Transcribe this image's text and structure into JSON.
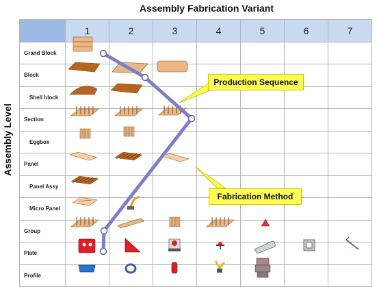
{
  "title": "Assembly Fabrication Variant",
  "y_axis_label": "Assembly Level",
  "columns": [
    "1",
    "2",
    "3",
    "4",
    "5",
    "6",
    "7"
  ],
  "rows": [
    {
      "label": "Grand Block",
      "indent": false
    },
    {
      "label": "Block",
      "indent": false
    },
    {
      "label": "Shell block",
      "indent": true
    },
    {
      "label": "Section",
      "indent": false
    },
    {
      "label": "Eggbox",
      "indent": true
    },
    {
      "label": "Panel",
      "indent": false
    },
    {
      "label": "Panel Assy",
      "indent": true
    },
    {
      "label": "Micro Panel",
      "indent": true
    },
    {
      "label": "Group",
      "indent": false
    },
    {
      "label": "Plate",
      "indent": false
    },
    {
      "label": "Profile",
      "indent": false
    }
  ],
  "callouts": {
    "production_sequence": "Production Sequence",
    "fabrication_method": "Fabrication Method"
  },
  "colors": {
    "header_bg": "#c8d9f1",
    "corner_bg": "#9db9e6",
    "sequence_line": "#7b7fc9",
    "callout_bg": "#fffd55"
  }
}
